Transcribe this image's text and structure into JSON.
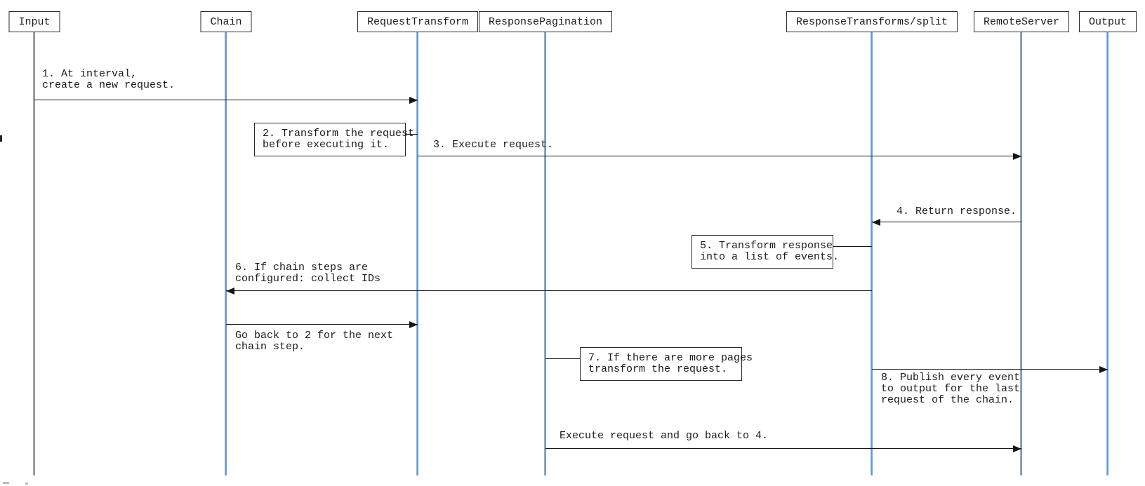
{
  "diagram_title": "HTTP chain input sequence diagram",
  "appearance": {
    "background": "#ffffff",
    "text_color": "#1a1a1a",
    "border_color": "#2b2b2b",
    "arrow_color": "#151515",
    "lifeline_fringe_blue": "#8fb3d9",
    "lifeline_fringe_orange": "#c8803f"
  },
  "participants": {
    "input": "Input",
    "chain": "Chain",
    "request_transform": "RequestTransform",
    "response_pagination": "ResponsePagination",
    "response_transforms_split": "ResponseTransforms/split",
    "remote_server": "RemoteServer",
    "output": "Output"
  },
  "messages": {
    "m1": {
      "line1": "1. At interval,",
      "line2": "create a new request."
    },
    "m3": {
      "line1": "3. Execute request."
    },
    "m4": {
      "line1": "4. Return response."
    },
    "m6": {
      "line1": "6. If chain steps are",
      "line2": "configured: collect IDs"
    },
    "go_back": {
      "line1": "Go back to 2 for the next",
      "line2": "chain step."
    },
    "m8": {
      "line1": "8. Publish every event",
      "line2": "to output for the last",
      "line3": "request of the chain."
    },
    "execute": {
      "line1": "Execute request and go back to 4."
    }
  },
  "notes": {
    "n2": {
      "line1": "2. Transform the request",
      "line2": "before executing it."
    },
    "n5": {
      "line1": "5. Transform response",
      "line2": "into a list of events."
    },
    "n7": {
      "line1": "7. If there are more pages",
      "line2": "transform the request."
    }
  }
}
